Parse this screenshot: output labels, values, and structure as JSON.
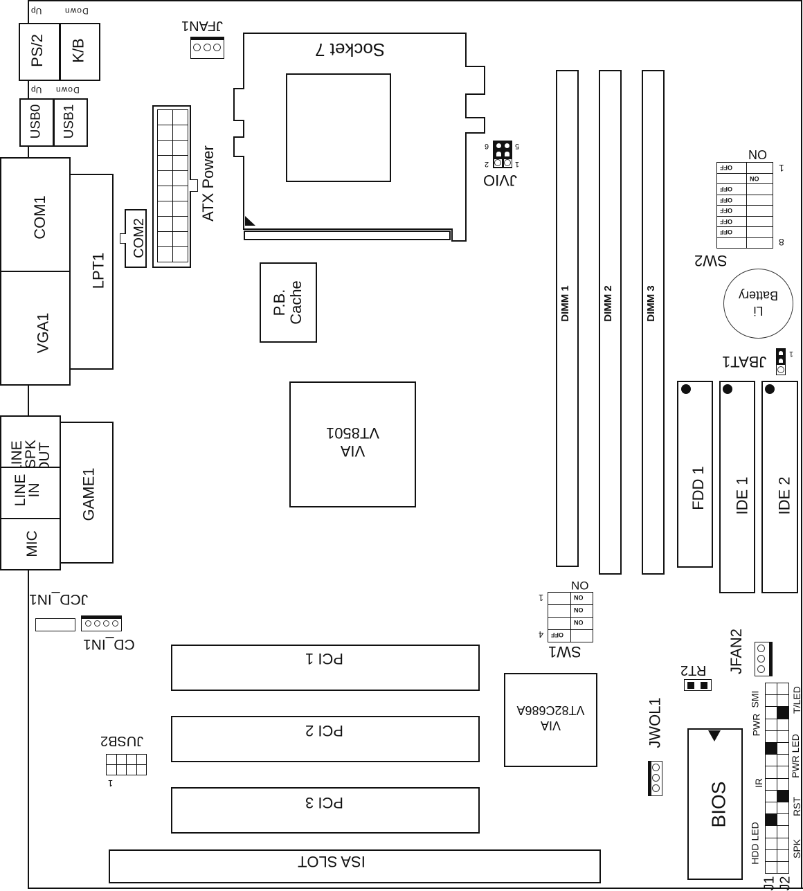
{
  "diagram": {
    "title": "Motherboard Layout",
    "io_panel": {
      "ps2_up": "Up",
      "ps2_down": "Down",
      "ps2": "PS/2",
      "kb": "K/B",
      "usb_up": "Up",
      "usb_down": "Down",
      "usb0": "USB0",
      "usb1": "USB1",
      "com1": "COM1",
      "vga1": "VGA1",
      "lpt1": "LPT1",
      "line_spk_out": [
        "LINE",
        "/SPK",
        "OUT"
      ],
      "line_in": [
        "LINE",
        "IN"
      ],
      "mic": "MIC",
      "game1": "GAME1"
    },
    "headers": {
      "jfan1": "JFAN1",
      "jfan2": "JFAN2",
      "com2": "COM2",
      "atx_power": "ATX Power",
      "jvio": "JVIO",
      "jvio_pins": [
        "1",
        "2",
        "5",
        "6"
      ],
      "jcd_in1": "JCD_IN1",
      "cd_in1": "CD_IN1",
      "jusb2": "JUSB2",
      "jusb2_pin1": "1",
      "jwol1": "JWOL1",
      "rt2": "RT2",
      "jbat1": "JBAT1",
      "jbat1_pin1": "1"
    },
    "chips": {
      "socket": "Socket 7",
      "pb_cache": [
        "P.B.",
        "Cache"
      ],
      "northbridge": [
        "VIA",
        "VT8501"
      ],
      "southbridge": [
        "VIA",
        "VT82C686A"
      ],
      "bios": "BIOS",
      "battery": [
        "Li",
        "Battery"
      ]
    },
    "memory": [
      "DIMM 1",
      "DIMM 2",
      "DIMM 3"
    ],
    "drives": [
      "FDD 1",
      "IDE 1",
      "IDE 2"
    ],
    "slots": [
      "PCI 1",
      "PCI 2",
      "PCI 3",
      "ISA SLOT"
    ],
    "sw2": {
      "name": "SW2",
      "on_label": "ON",
      "first": "1",
      "last": "8",
      "states": [
        "OFF",
        "ON",
        "OFF",
        "OFF",
        "OFF",
        "OFF",
        "OFF",
        ""
      ]
    },
    "sw1": {
      "name": "SW1",
      "on_label": "ON",
      "first": "1",
      "last": "4",
      "states": [
        "ON",
        "ON",
        "ON",
        "OFF"
      ]
    },
    "front_panel": {
      "j1": "J1",
      "j2": "J2",
      "j1_labels": [
        "HDD LED",
        "IR",
        "PWR",
        "SMI"
      ],
      "j2_labels": [
        "SPK",
        "RST",
        "PWR LED",
        "T/LED"
      ]
    }
  }
}
